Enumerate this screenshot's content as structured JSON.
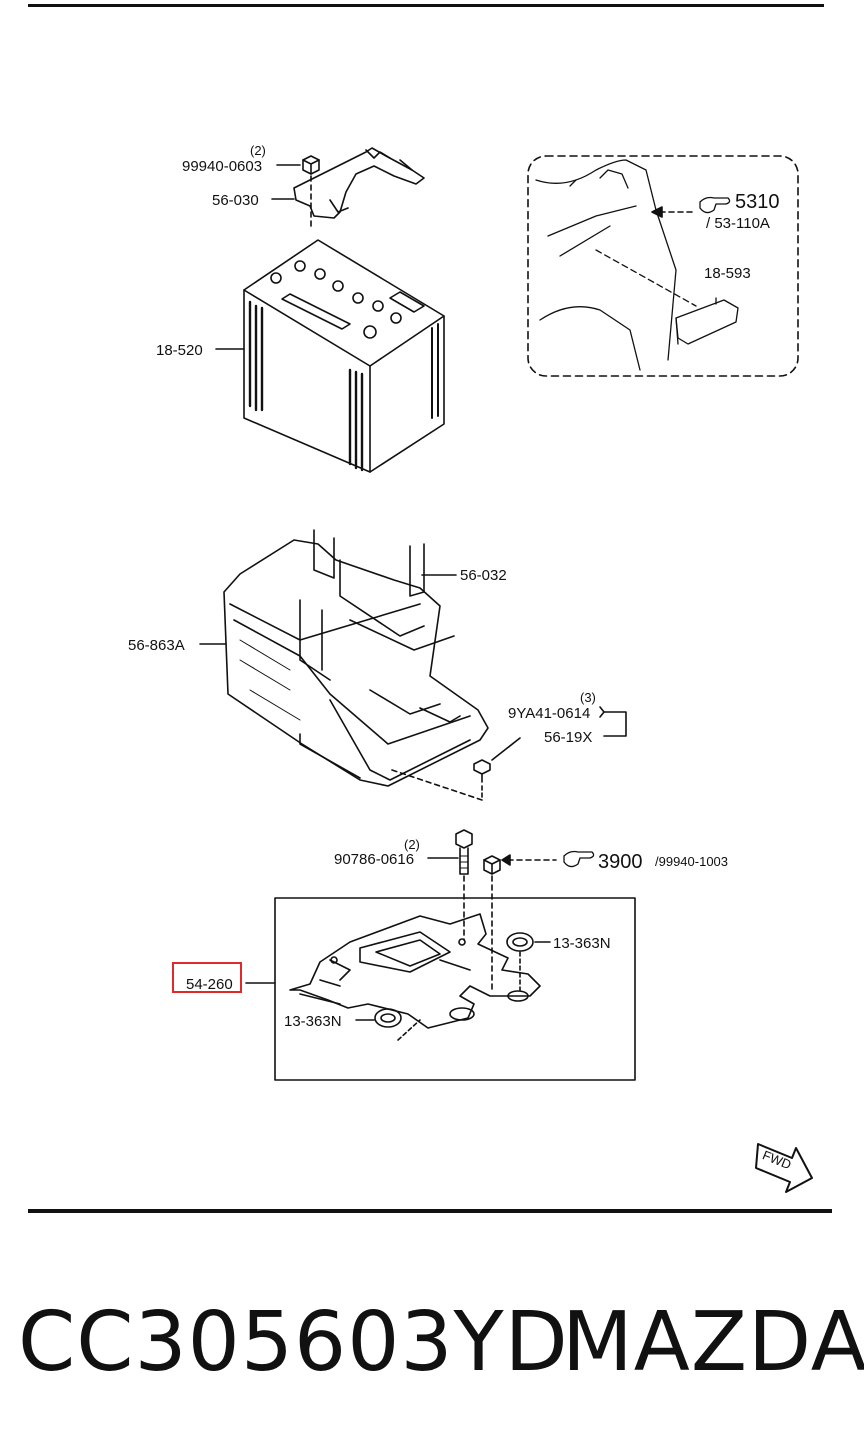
{
  "labels": {
    "qty_bolt_top": "(2)",
    "part_99940_0603": "99940-0603",
    "part_56_030": "56-030",
    "part_18_520": "18-520",
    "ref_5310": "5310",
    "ref_53_110a": "/ 53-110A",
    "part_18_593": "18-593",
    "part_56_032": "56-032",
    "part_56_863a": "56-863A",
    "qty_bolt_mid": "(3)",
    "part_9ya41_0614": "9YA41-0614",
    "part_56_19x": "56-19X",
    "qty_bolt_low": "(2)",
    "part_90786_0616": "90786-0616",
    "ref_3900": "3900",
    "ref_99940_1003": "/99940-1003",
    "part_13_363n_right": "13-363N",
    "part_13_363n_left": "13-363N",
    "part_54_260": "54-260",
    "fwd": "FWD"
  },
  "footer": {
    "part_number": "CC305603YD",
    "brand": "MAZDA"
  },
  "colors": {
    "highlight": "#e02a2a",
    "ink": "#111111"
  }
}
